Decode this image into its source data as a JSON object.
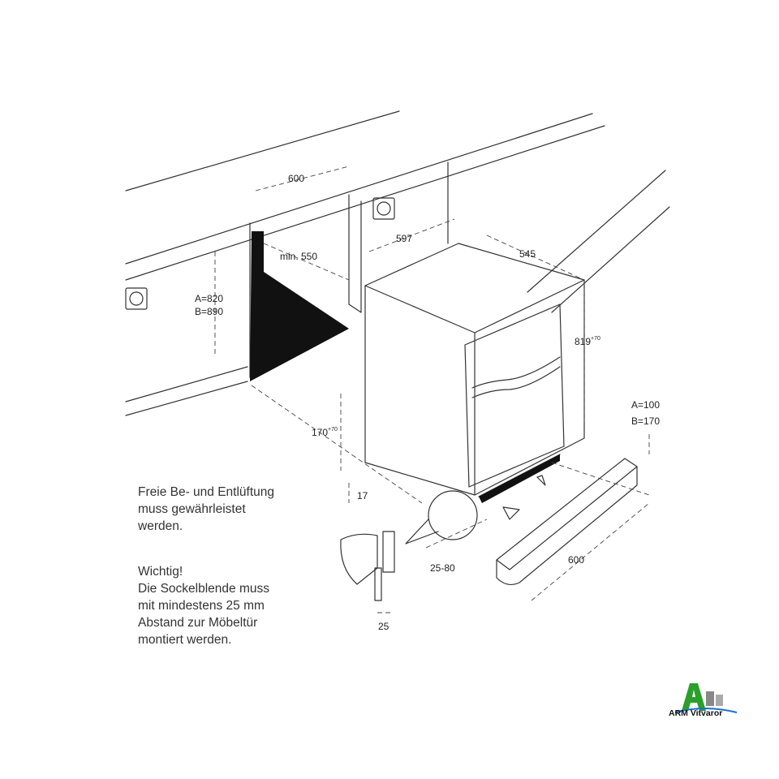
{
  "dimensions": {
    "niche_width": "600",
    "niche_depth_min": "min. 550",
    "niche_height_a": "A=820",
    "niche_height_b": "B=890",
    "appliance_width": "597",
    "appliance_depth": "545",
    "appliance_height": "819",
    "appliance_height_tol": "+70",
    "plinth_height_a": "A=100",
    "plinth_height_b": "B=170",
    "plinth_adjust": "170",
    "plinth_adjust_tol": "+70",
    "bottom_gap": "17",
    "plinth_offset": "25-80",
    "plinth_length": "600",
    "detail_gap": "25"
  },
  "notes": {
    "ventilation": "Freie Be- und Entlüftung\nmuss gewährleistet\nwerden.",
    "important": "Wichtig!\nDie Sockelblende muss\nmit mindestens 25 mm\nAbstand zur Möbeltür\nmontiert werden."
  },
  "logo": {
    "text": "ARM Vitvaror",
    "color": "#2aa02a"
  }
}
